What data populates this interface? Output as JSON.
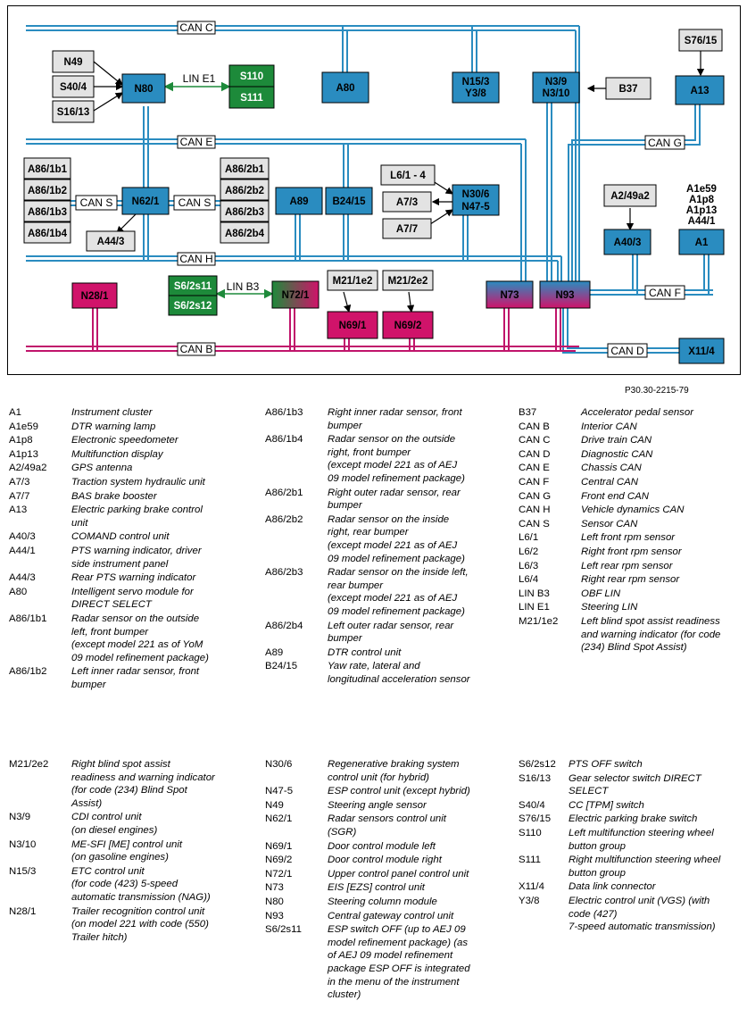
{
  "diagram": {
    "buses": {
      "can_c": "CAN C",
      "can_e": "CAN E",
      "can_h": "CAN H",
      "can_b": "CAN B",
      "can_s_left": "CAN S",
      "can_s_right": "CAN S",
      "can_g": "CAN G",
      "can_f": "CAN F",
      "can_d": "CAN D",
      "lin_e1": "LIN E1",
      "lin_b3": "LIN B3"
    },
    "modules": {
      "n49": "N49",
      "s40_4": "S40/4",
      "s16_13": "S16/13",
      "n80": "N80",
      "s110": "S110",
      "s111": "S111",
      "a80": "A80",
      "n15_3": "N15/3",
      "y3_8": "Y3/8",
      "n3_9": "N3/9",
      "n3_10": "N3/10",
      "b37": "B37",
      "s76_15": "S76/15",
      "a13": "A13",
      "a86_1b1": "A86/1b1",
      "a86_1b2": "A86/1b2",
      "a86_1b3": "A86/1b3",
      "a86_1b4": "A86/1b4",
      "n62_1": "N62/1",
      "a44_3": "A44/3",
      "a86_2b1": "A86/2b1",
      "a86_2b2": "A86/2b2",
      "a86_2b3": "A86/2b3",
      "a86_2b4": "A86/2b4",
      "a89": "A89",
      "b24_15": "B24/15",
      "l6_1_4": "L6/1 - 4",
      "a7_3": "A7/3",
      "a7_7": "A7/7",
      "n30_6": "N30/6",
      "n47_5": "N47-5",
      "a2_49a2": "A2/49a2",
      "a40_3": "A40/3",
      "a1_indicators": [
        "A1e59",
        "A1p8",
        "A1p13",
        "A44/1"
      ],
      "a1": "A1",
      "n28_1": "N28/1",
      "s6_2s11": "S6/2s11",
      "s6_2s12": "S6/2s12",
      "n72_1": "N72/1",
      "m21_1e2": "M21/1e2",
      "m21_2e2": "M21/2e2",
      "n69_1": "N69/1",
      "n69_2": "N69/2",
      "n73": "N73",
      "n93": "N93",
      "x11_4": "X11/4"
    }
  },
  "reference": "P30.30-2215-79",
  "legend": {
    "col1": [
      {
        "code": "A1",
        "desc": "Instrument cluster"
      },
      {
        "code": "A1e59",
        "desc": "DTR warning lamp"
      },
      {
        "code": "A1p8",
        "desc": "Electronic speedometer"
      },
      {
        "code": "A1p13",
        "desc": "Multifunction display"
      },
      {
        "code": "A2/49a2",
        "desc": "GPS antenna"
      },
      {
        "code": "A7/3",
        "desc": "Traction system hydraulic unit"
      },
      {
        "code": "A7/7",
        "desc": "BAS brake booster"
      },
      {
        "code": "A13",
        "desc": "Electric parking brake control\nunit"
      },
      {
        "code": "A40/3",
        "desc": "COMAND control unit"
      },
      {
        "code": "A44/1",
        "desc": "PTS warning indicator, driver\nside instrument panel"
      },
      {
        "code": "A44/3",
        "desc": "Rear PTS warning indicator"
      },
      {
        "code": "A80",
        "desc": "Intelligent servo module for\nDIRECT SELECT"
      },
      {
        "code": "A86/1b1",
        "desc": "Radar sensor on the outside\nleft, front bumper\n(except model 221 as of YoM\n09 model refinement package)"
      },
      {
        "code": "A86/1b2",
        "desc": "Left inner radar sensor, front\nbumper"
      }
    ],
    "col2": [
      {
        "code": "A86/1b3",
        "desc": "Right inner radar sensor, front\nbumper"
      },
      {
        "code": "A86/1b4",
        "desc": "Radar sensor on the outside\nright, front bumper\n(except model 221 as of AEJ\n09 model refinement package)"
      },
      {
        "code": "A86/2b1",
        "desc": "Right outer radar sensor, rear\nbumper"
      },
      {
        "code": "A86/2b2",
        "desc": "Radar sensor on the inside\nright, rear bumper\n(except model 221 as of AEJ\n09 model refinement package)"
      },
      {
        "code": "A86/2b3",
        "desc": "Radar sensor on the inside left,\nrear bumper\n(except model 221 as of AEJ\n09 model refinement package)"
      },
      {
        "code": "A86/2b4",
        "desc": "Left outer radar sensor, rear\nbumper"
      },
      {
        "code": "A89",
        "desc": "DTR control unit"
      },
      {
        "code": "B24/15",
        "desc": "Yaw rate, lateral and\nlongitudinal acceleration sensor"
      }
    ],
    "col3": [
      {
        "code": "B37",
        "desc": "Accelerator pedal sensor"
      },
      {
        "code": "CAN B",
        "desc": "Interior CAN"
      },
      {
        "code": "CAN C",
        "desc": "Drive train CAN"
      },
      {
        "code": "CAN D",
        "desc": "Diagnostic CAN"
      },
      {
        "code": "CAN E",
        "desc": "Chassis CAN"
      },
      {
        "code": "CAN F",
        "desc": "Central CAN"
      },
      {
        "code": "CAN G",
        "desc": "Front end CAN"
      },
      {
        "code": "CAN H",
        "desc": "Vehicle dynamics CAN"
      },
      {
        "code": "CAN S",
        "desc": "Sensor CAN"
      },
      {
        "code": "L6/1",
        "desc": "Left front rpm sensor"
      },
      {
        "code": "L6/2",
        "desc": "Right front rpm sensor"
      },
      {
        "code": "L6/3",
        "desc": "Left rear rpm sensor"
      },
      {
        "code": "L6/4",
        "desc": "Right rear rpm sensor"
      },
      {
        "code": "LIN B3",
        "desc": "OBF LIN"
      },
      {
        "code": "LIN E1",
        "desc": "Steering LIN"
      },
      {
        "code": "M21/1e2",
        "desc": "Left blind spot assist readiness\nand warning indicator (for code\n(234) Blind Spot Assist)"
      }
    ],
    "col4": [
      {
        "code": "M21/2e2",
        "desc": "Right blind spot assist\nreadiness and warning indicator\n(for code (234) Blind Spot\nAssist)"
      },
      {
        "code": "N3/9",
        "desc": "CDI control unit\n(on diesel engines)"
      },
      {
        "code": "N3/10",
        "desc": "ME-SFI [ME] control unit\n(on gasoline engines)"
      },
      {
        "code": "N15/3",
        "desc": "ETC control unit\n(for code (423) 5-speed\nautomatic transmission (NAG))"
      },
      {
        "code": "N28/1",
        "desc": "Trailer recognition control unit\n(on model 221 with code (550)\nTrailer hitch)"
      }
    ],
    "col5": [
      {
        "code": "N30/6",
        "desc": "Regenerative braking system\ncontrol unit (for hybrid)"
      },
      {
        "code": "N47-5",
        "desc": "ESP control unit (except hybrid)"
      },
      {
        "code": "N49",
        "desc": "Steering angle sensor"
      },
      {
        "code": "N62/1",
        "desc": "Radar sensors control unit\n(SGR)"
      },
      {
        "code": "N69/1",
        "desc": "Door control module left"
      },
      {
        "code": "N69/2",
        "desc": "Door control module right"
      },
      {
        "code": "N72/1",
        "desc": "Upper control panel control unit"
      },
      {
        "code": "N73",
        "desc": "EIS [EZS] control unit"
      },
      {
        "code": "N80",
        "desc": "Steering column module"
      },
      {
        "code": "N93",
        "desc": "Central gateway control unit"
      },
      {
        "code": "S6/2s11",
        "desc": "ESP switch OFF (up to AEJ 09\nmodel refinement package) (as\nof AEJ 09 model refinement\npackage ESP OFF is integrated\nin the menu of the instrument\ncluster)"
      }
    ],
    "col6": [
      {
        "code": "S6/2s12",
        "desc": "PTS OFF switch"
      },
      {
        "code": "S16/13",
        "desc": "Gear selector switch DIRECT\nSELECT"
      },
      {
        "code": "S40/4",
        "desc": "CC [TPM] switch"
      },
      {
        "code": "S76/15",
        "desc": "Electric parking brake switch"
      },
      {
        "code": "S110",
        "desc": "Left multifunction steering wheel\nbutton group"
      },
      {
        "code": "S111",
        "desc": "Right multifunction steering wheel\nbutton group"
      },
      {
        "code": "X11/4",
        "desc": "Data link connector"
      },
      {
        "code": "Y3/8",
        "desc": "Electric control unit (VGS) (with\ncode (427)\n7-speed automatic transmission)"
      }
    ]
  }
}
